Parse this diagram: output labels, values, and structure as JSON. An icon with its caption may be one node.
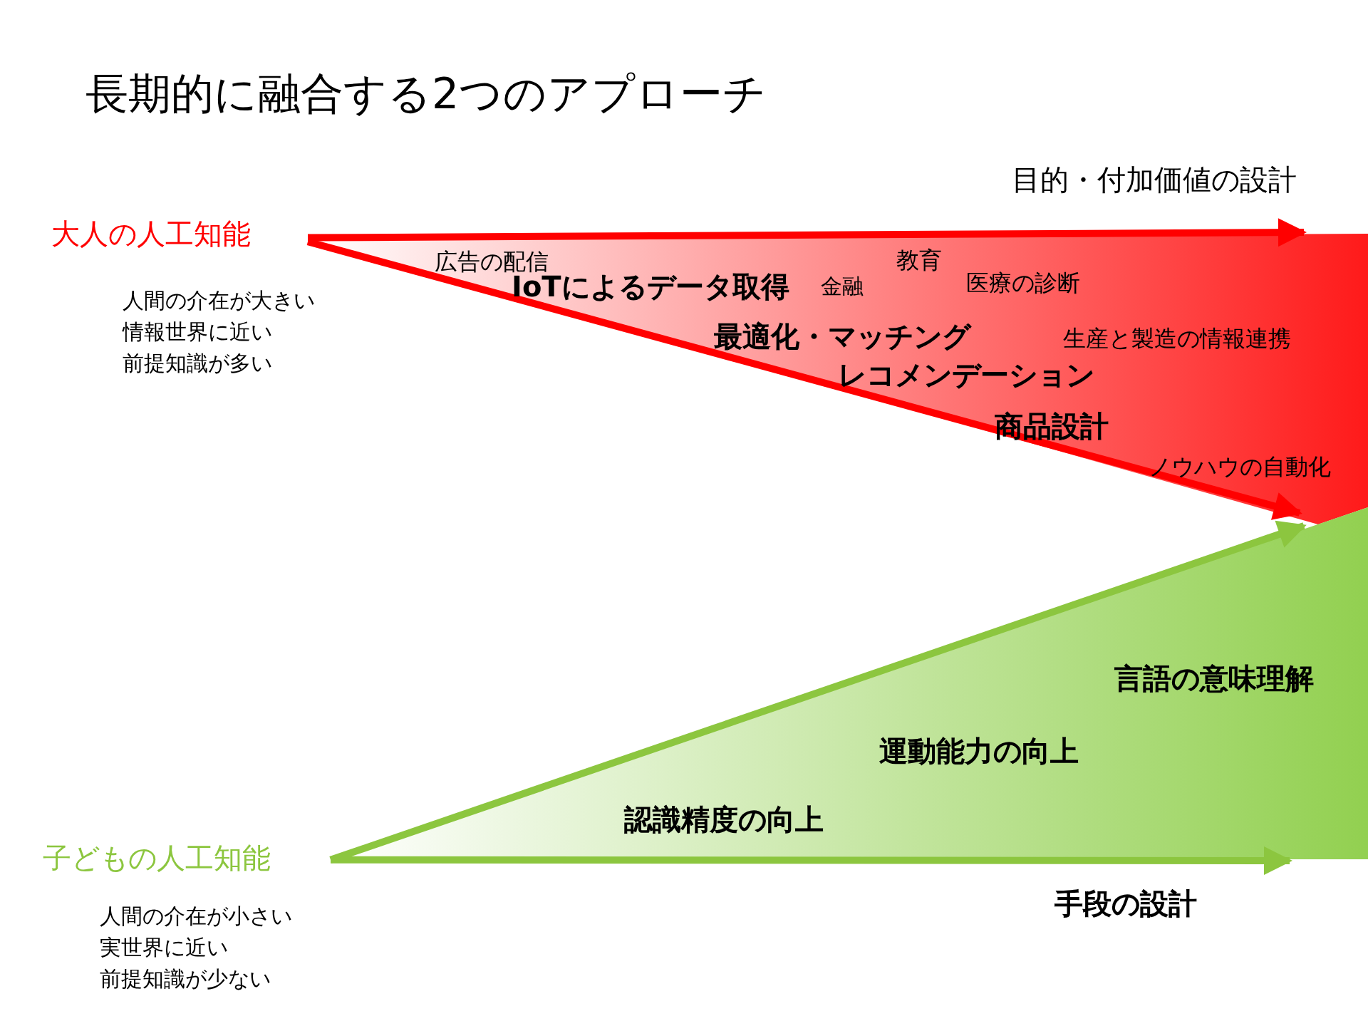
{
  "diagram": {
    "title": "長期的に融合する2つのアプローチ",
    "nodes": [
      {
        "text": [
          "大人の人工知能"
        ],
        "beside": [
          "人間の介在が大きい",
          "情報世界に近い",
          "前提知識が多い"
        ]
      },
      {
        "text": [
          "子どもの人工知能"
        ],
        "beside": [
          "人間の介在が小さい",
          "実世界に近い",
          "前提知識が少ない"
        ]
      }
    ],
    "edges": [
      {
        "from": 0,
        "to": null,
        "arrow": "to",
        "color": "#ff0000"
      },
      {
        "from": 0,
        "to": null,
        "arrow": "to",
        "color": "#ff0000"
      },
      {
        "from": 1,
        "to": null,
        "arrow": "to",
        "color": "#8cc63f"
      },
      {
        "from": 1,
        "to": null,
        "arrow": "to",
        "color": "#8cc63f"
      }
    ],
    "labels": [
      "目的・付加価値の設計",
      "広告の配信",
      "教育",
      "IoTによるデータ取得",
      "金融",
      "医療の診断",
      "最適化・マッチング",
      "生産と製造の情報連携",
      "レコメンデーション",
      "商品設計",
      "ノウハウの自動化",
      "言語の意味理解",
      "運動能力の向上",
      "認識精度の向上",
      "手段の設計"
    ]
  }
}
